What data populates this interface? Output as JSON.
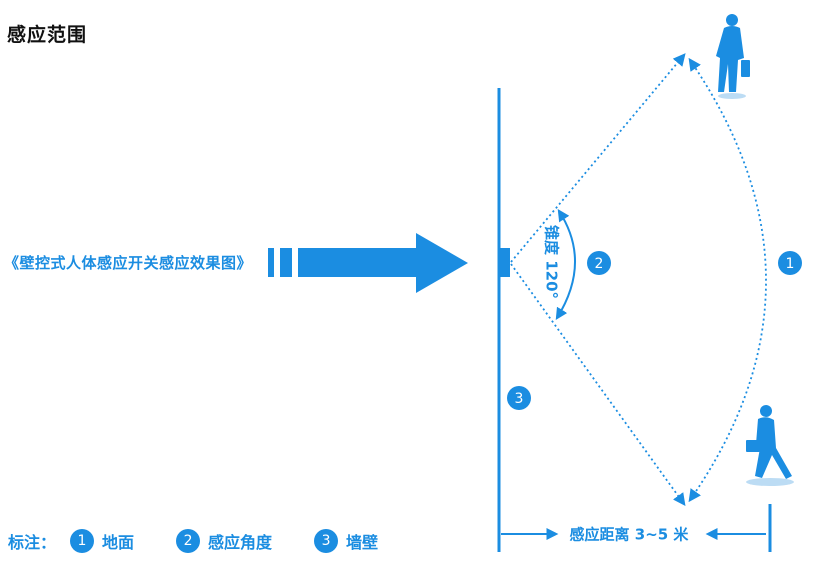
{
  "title": "感应范围",
  "caption": "《壁控式人体感应开关感应效果图》",
  "angle_label": "锥度 120°",
  "distance_label": "感应距离 3~5 米",
  "markers": [
    "1",
    "2",
    "3"
  ],
  "legend": {
    "lead": "标注：",
    "items": [
      {
        "num": "1",
        "label": "地面"
      },
      {
        "num": "2",
        "label": "感应角度"
      },
      {
        "num": "3",
        "label": "墙壁"
      }
    ]
  },
  "colors": {
    "accent": "#1b8de1",
    "text": "#111111",
    "background": "#ffffff"
  },
  "icons": [
    "right-arrow-icon",
    "walking-person-icon",
    "sensor-icon"
  ]
}
